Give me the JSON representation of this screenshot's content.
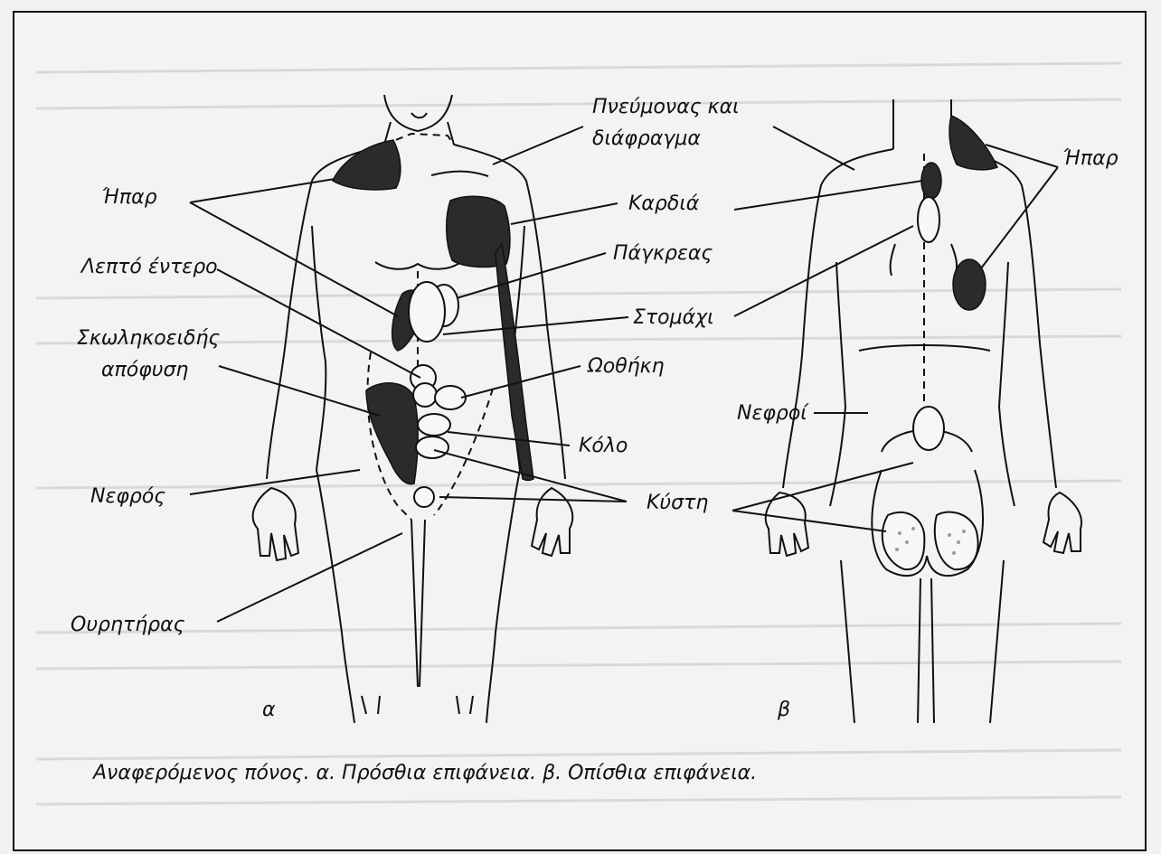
{
  "figure": {
    "labels": {
      "lung_line1": "Πνεύμονας και",
      "lung_line2": "διάφραγμα",
      "liver_front": "Ήπαρ",
      "heart": "Καρδιά",
      "pancreas": "Πάγκρεας",
      "small_intestine": "Λεπτό έντερο",
      "stomach": "Στομάχι",
      "appendix_line1": "Σκωληκοειδής",
      "appendix_line2": "απόφυση",
      "ovary": "Ωοθήκη",
      "colon": "Κόλο",
      "kidney_front": "Νεφρός",
      "bladder": "Κύστη",
      "ureter": "Ουρητήρας",
      "liver_back": "Ήπαρ",
      "kidneys_back": "Νεφροί"
    },
    "panel_a": "α",
    "panel_b": "β",
    "caption": "Αναφερόμενος πόνος. α. Πρόσθια επιφάνεια. β. Οπίσθια επιφάνεια."
  },
  "colors": {
    "ink": "#111111",
    "shaded": "#2b2b2b",
    "paper": "#f3f3f2"
  }
}
